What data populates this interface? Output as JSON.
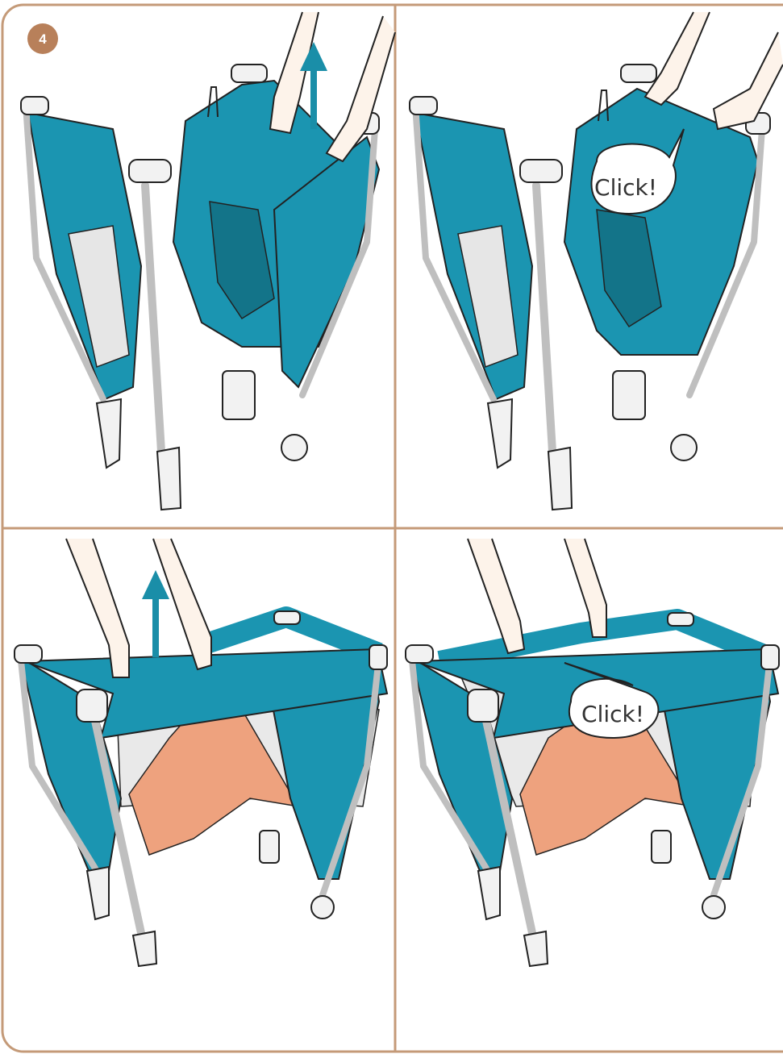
{
  "step": {
    "number": "4"
  },
  "panels": [
    {
      "id": "panel-1",
      "action": "lift-arrow"
    },
    {
      "id": "panel-2",
      "action": "click",
      "bubble_text": "Click!"
    },
    {
      "id": "panel-3",
      "action": "lift-arrow"
    },
    {
      "id": "panel-4",
      "action": "click",
      "bubble_text": "Click!"
    }
  ],
  "colors": {
    "frame": "#c49a78",
    "badge": "#b8805a",
    "fabric": "#1b95b1",
    "fabric_dark": "#137489",
    "mesh": "#e6e6e6",
    "mattress": "#eea27e",
    "arrow": "#1a8ea8",
    "frame_rail": "#bfbfbf"
  }
}
